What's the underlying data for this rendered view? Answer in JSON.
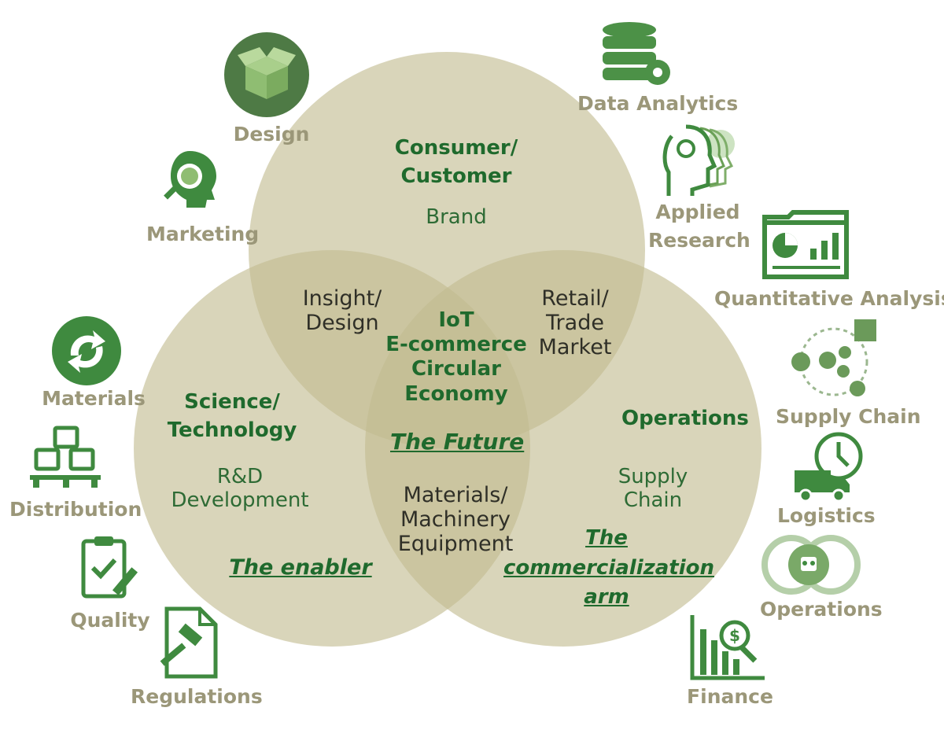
{
  "colors": {
    "circle_fill": "#c2bb8f",
    "icon_green": "#3f8a3f",
    "text_green": "#1f6a2d",
    "text_tan": "#9b9779",
    "text_dark": "#2f2f27"
  },
  "circles": {
    "top": {
      "title_line1": "Consumer/",
      "title_line2": "Customer",
      "sub": "Brand"
    },
    "left": {
      "title_line1": "Science/",
      "title_line2": "Technology",
      "sub_line1": "R&D",
      "sub_line2": "Development",
      "tagline": "The enabler"
    },
    "right": {
      "title": "Operations",
      "sub_line1": "Supply",
      "sub_line2": "Chain",
      "tagline_line1": "The",
      "tagline_line2": "commercialization",
      "tagline_line3": "arm"
    }
  },
  "overlaps": {
    "top_left": [
      "Insight/",
      "Design"
    ],
    "top_right": [
      "Retail/",
      "Trade",
      "Market"
    ],
    "left_right": [
      "Materials/",
      "Machinery",
      "Equipment"
    ],
    "center": [
      "IoT",
      "E-commerce",
      "Circular",
      "Economy"
    ],
    "center_tagline": "The Future"
  },
  "functions_left": [
    {
      "label": "Design",
      "icon": "open-box-icon"
    },
    {
      "label": "Marketing",
      "icon": "head-magnifier-icon"
    },
    {
      "label": "Materials",
      "icon": "recycle-icon"
    },
    {
      "label": "Distribution",
      "icon": "stacked-boxes-pallet-icon"
    },
    {
      "label": "Quality",
      "icon": "clipboard-check-icon"
    },
    {
      "label": "Regulations",
      "icon": "gavel-document-icon"
    }
  ],
  "functions_right": [
    {
      "label": "Data Analytics",
      "icon": "database-gear-icon"
    },
    {
      "label_line1": "Applied",
      "label_line2": "Research",
      "icon": "heads-gear-icon"
    },
    {
      "label": "Quantitative Analysis",
      "icon": "dashboard-chart-icon"
    },
    {
      "label": "Supply Chain",
      "icon": "network-gears-icon"
    },
    {
      "label": "Logistics",
      "icon": "truck-clock-icon"
    },
    {
      "label": "Operations",
      "icon": "robot-gear-icon"
    },
    {
      "label": "Finance",
      "icon": "finance-chart-icon"
    }
  ]
}
